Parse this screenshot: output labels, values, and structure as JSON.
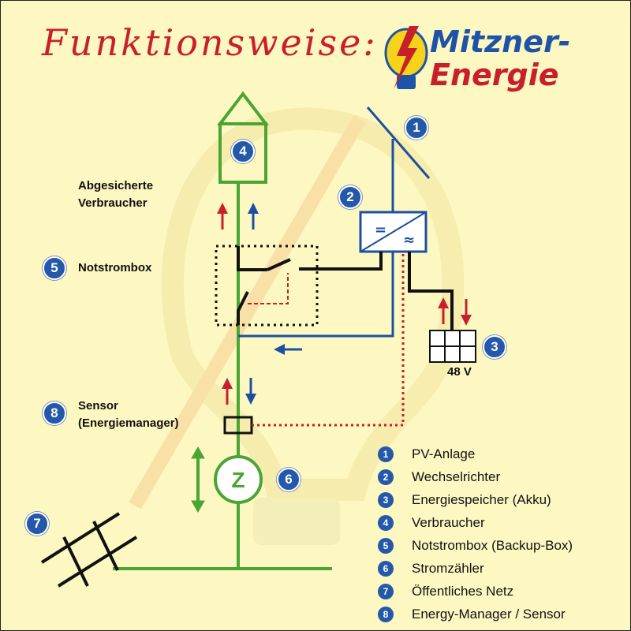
{
  "title": "Funktionsweise:",
  "brand": {
    "line1": "Mitzner-",
    "line2": "Energie"
  },
  "diagram_labels": {
    "consumers": "Abgesicherte Verbraucher",
    "backup": "Notstrombox",
    "sensor_line1": "Sensor",
    "sensor_line2": "(Energiemanager)",
    "voltage": "48 V",
    "meter_symbol": "Z"
  },
  "badges": {
    "pv": "1",
    "inverter": "2",
    "storage": "3",
    "consumer": "4",
    "backup": "5",
    "meter": "6",
    "grid": "7",
    "sensor": "8"
  },
  "legend": [
    {
      "num": "1",
      "text": "PV-Anlage"
    },
    {
      "num": "2",
      "text": "Wechselrichter"
    },
    {
      "num": "3",
      "text": "Energiespeicher (Akku)"
    },
    {
      "num": "4",
      "text": "Verbraucher"
    },
    {
      "num": "5",
      "text": "Notstrombox (Backup-Box)"
    },
    {
      "num": "6",
      "text": "Stromzähler"
    },
    {
      "num": "7",
      "text": "Öffentliches Netz"
    },
    {
      "num": "8",
      "text": "Energy-Manager / Sensor"
    }
  ],
  "colors": {
    "background": "#fdf7c2",
    "grid_line": "#4aa533",
    "dc_line": "#1d4fa0",
    "flow_red": "#c8202a",
    "flow_blue": "#1d4fa0",
    "data_line": "#c8202a",
    "badge": "#2458a8"
  }
}
